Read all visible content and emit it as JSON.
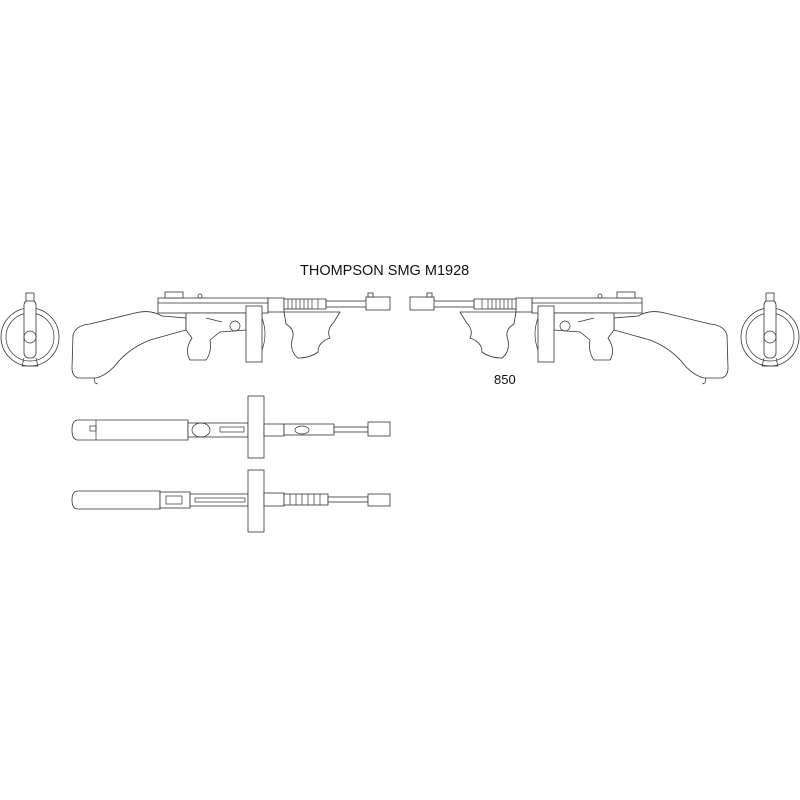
{
  "title": "THOMPSON SMG M1928",
  "scale_label": "850",
  "views": [
    "front-left",
    "side-left",
    "side-right",
    "front-right",
    "top",
    "bottom"
  ],
  "colors": {
    "line": "#333333",
    "background": "#ffffff"
  }
}
